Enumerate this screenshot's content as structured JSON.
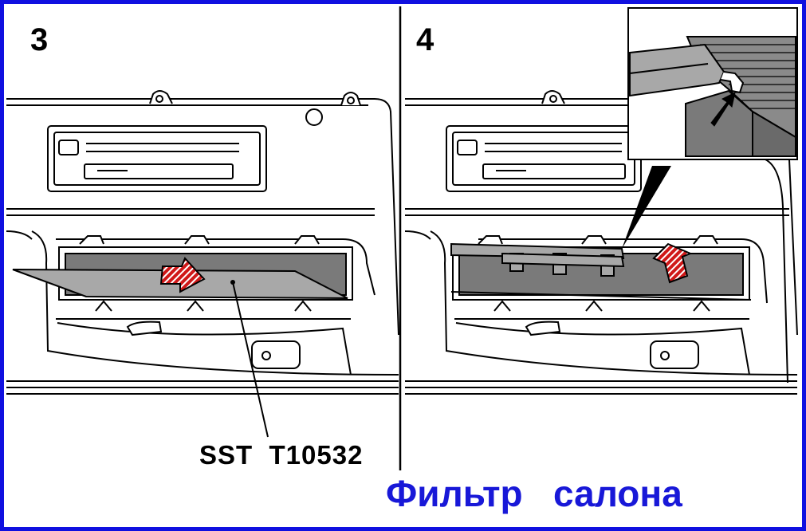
{
  "panels": [
    {
      "step": "3"
    },
    {
      "step": "4"
    }
  ],
  "tool_label": "SST  T10532",
  "caption": "Фильтр   салона",
  "colors": {
    "frame": "#1010e0",
    "caption": "#1818d8",
    "arrow": "#d01818",
    "filter": "#7a7a7a",
    "tool": "#a8a8a8"
  }
}
